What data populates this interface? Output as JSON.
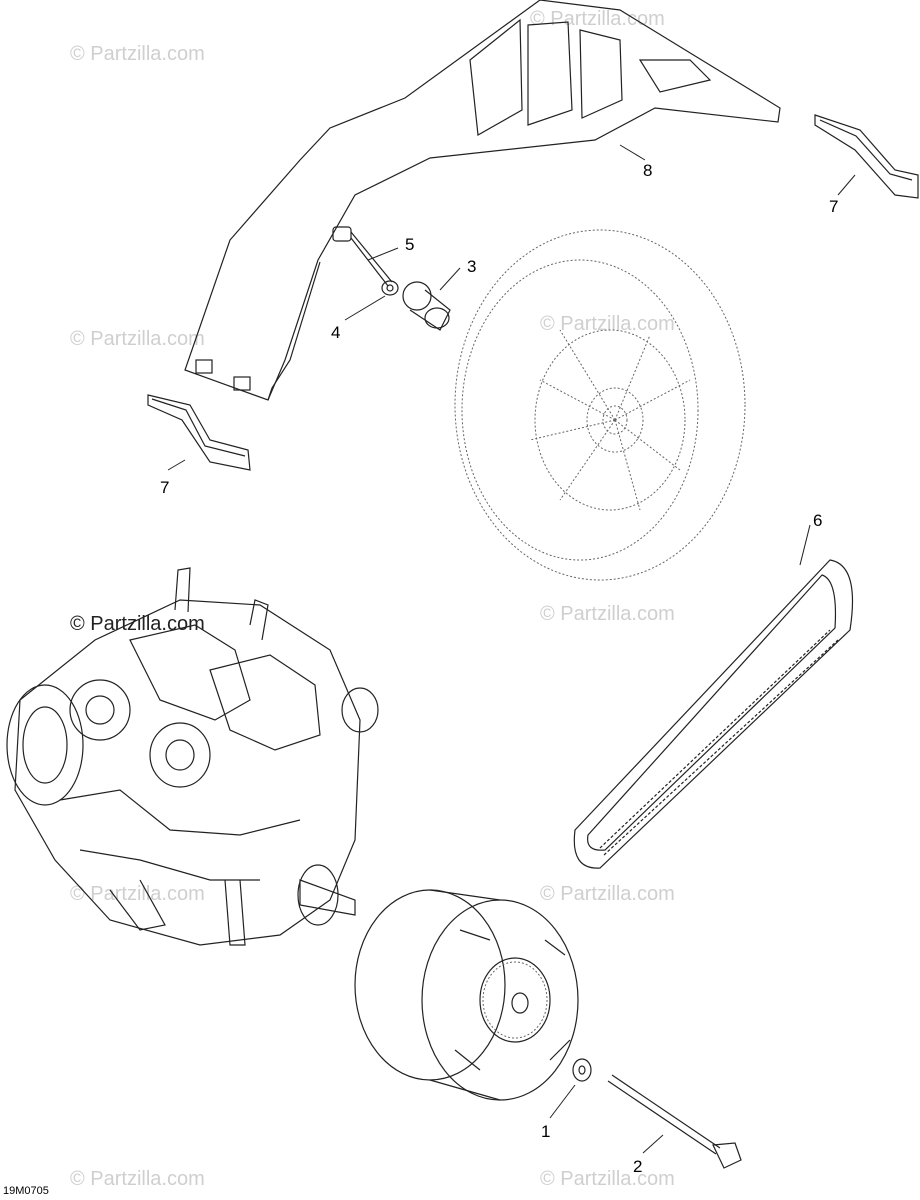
{
  "watermark_text": "© Partzilla.com",
  "watermarks": [
    "© Partzilla.com",
    "© Partzilla.com",
    "© Partzilla.com",
    "© Partzilla.com",
    "© Partzilla.com",
    "© Partzilla.com",
    "© Partzilla.com",
    "© Partzilla.com",
    "© Partzilla.com"
  ],
  "engine_label": "© Partzilla.com",
  "figure_code": "19M0705",
  "callouts": {
    "c1": "1",
    "c2": "2",
    "c3": "3",
    "c4": "4",
    "c5": "5",
    "c6": "6",
    "c7a": "7",
    "c7b": "7",
    "c8": "8"
  },
  "colors": {
    "line": "#222222",
    "watermark": "#cfcfcf"
  }
}
